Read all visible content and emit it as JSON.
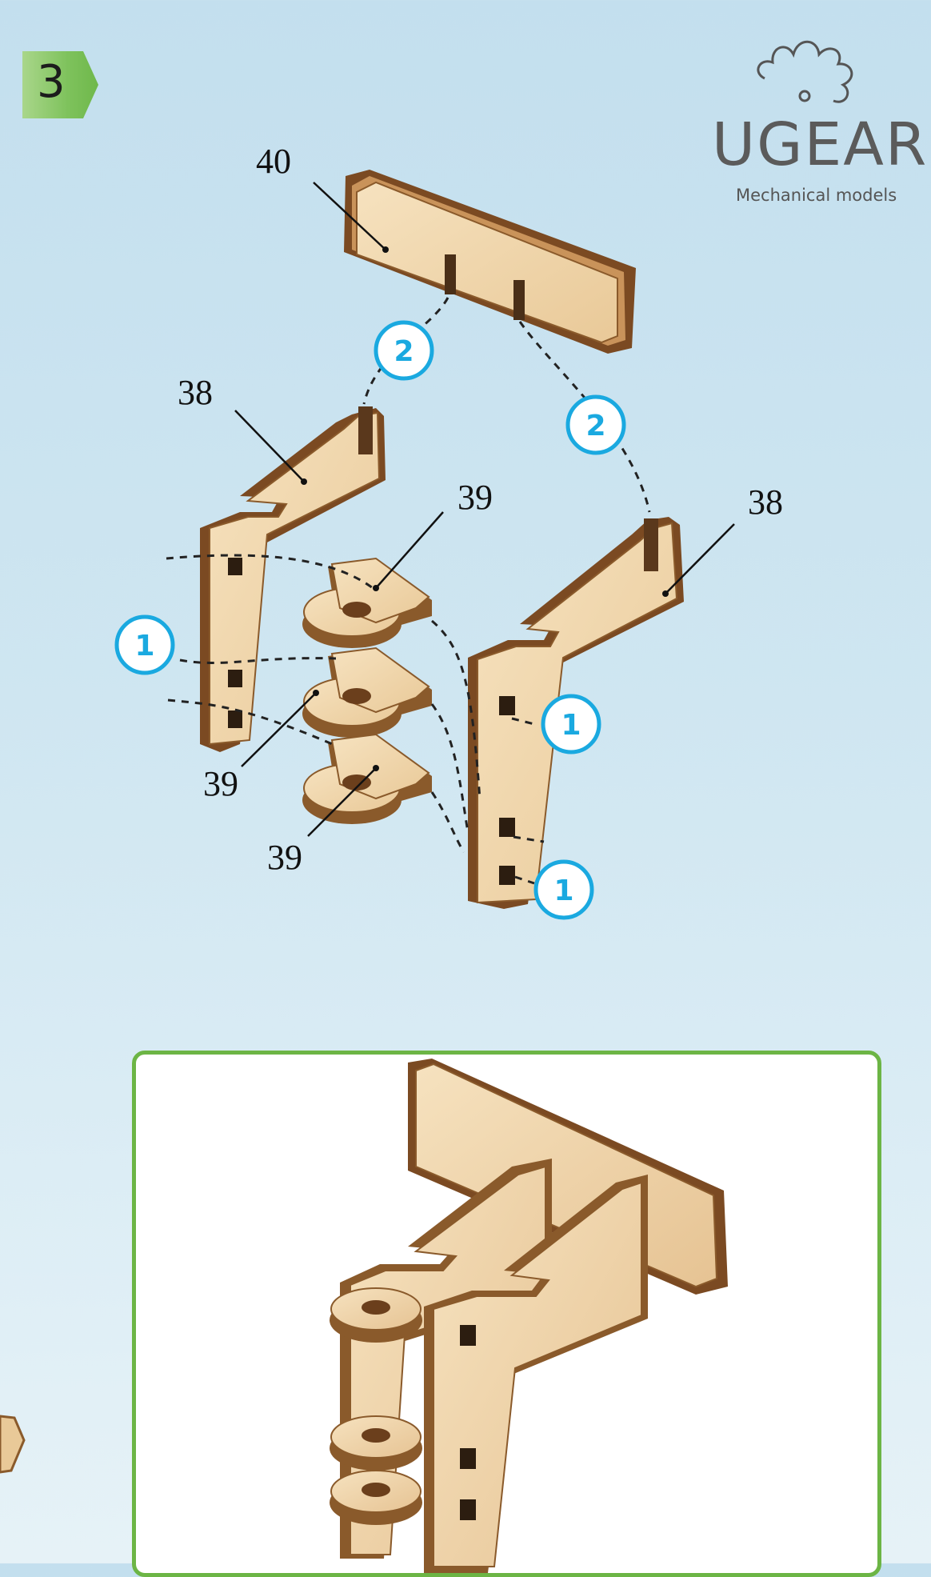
{
  "step": {
    "number": "3"
  },
  "brand": {
    "name": "UGEARS",
    "tagline": "Mechanical models"
  },
  "part_labels": {
    "p40": "40",
    "p38_left": "38",
    "p38_right": "38",
    "p39_top": "39",
    "p39_mid": "39",
    "p39_bottom": "39"
  },
  "step_markers": {
    "m2_left": "2",
    "m2_right": "2",
    "m1_left": "1",
    "m1_right_top": "1",
    "m1_right_bottom": "1"
  },
  "colors": {
    "accent_green": "#6cb545",
    "marker_blue": "#1aa9e0",
    "wood_face": "#f2d9b0",
    "wood_edge": "#8a5a2b"
  }
}
